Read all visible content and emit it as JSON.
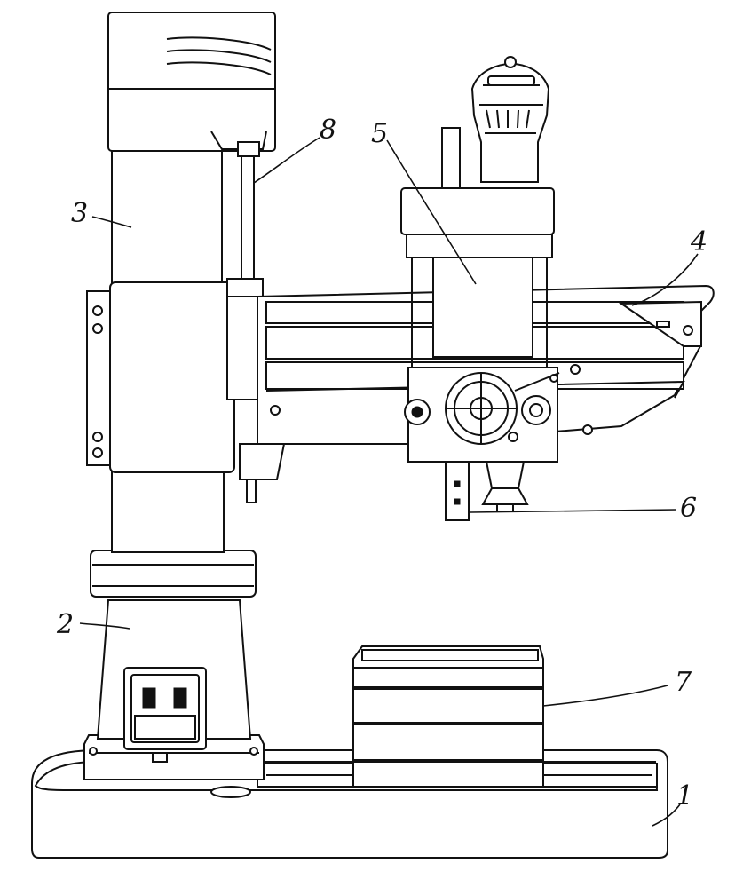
{
  "diagram": {
    "kind": "radial drilling machine line drawing",
    "ink_color": "#111111",
    "paper_color": "#ffffff",
    "labels": [
      {
        "id": "1",
        "text": "1"
      },
      {
        "id": "2",
        "text": "2"
      },
      {
        "id": "3",
        "text": "3"
      },
      {
        "id": "4",
        "text": "4"
      },
      {
        "id": "5",
        "text": "5"
      },
      {
        "id": "6",
        "text": "6"
      },
      {
        "id": "7",
        "text": "7"
      },
      {
        "id": "8",
        "text": "8"
      }
    ]
  }
}
